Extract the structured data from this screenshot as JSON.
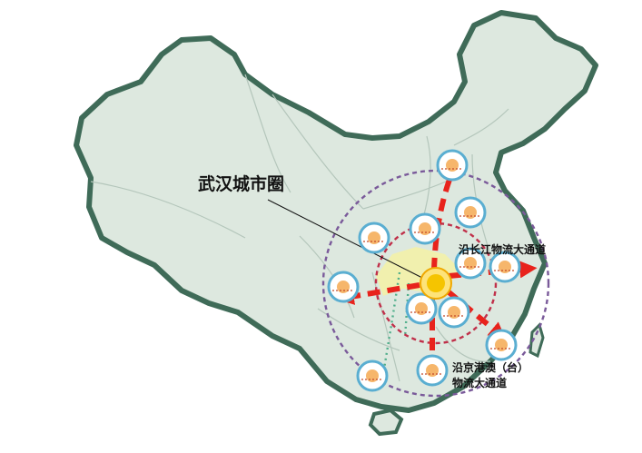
{
  "map": {
    "title": "武汉城市圈",
    "corridors": {
      "east_west": "沿长江物流大通道",
      "north_south_line1": "沿京港澳（台）",
      "north_south_line2": "物流大通道"
    }
  },
  "colors": {
    "land": "#dde8df",
    "border": "#3f6b58",
    "province_lines": "#b4c6bb",
    "arrows": "#e8231c",
    "outer_ring": "#7a5a9a",
    "inner_ring": "#c0304a",
    "hub": "#f5c400",
    "node_ring": "#5aaed1",
    "node_fill": "#f6b66b",
    "hubei_highlight": "#f3f1a8",
    "railway": "#4fae8a"
  }
}
